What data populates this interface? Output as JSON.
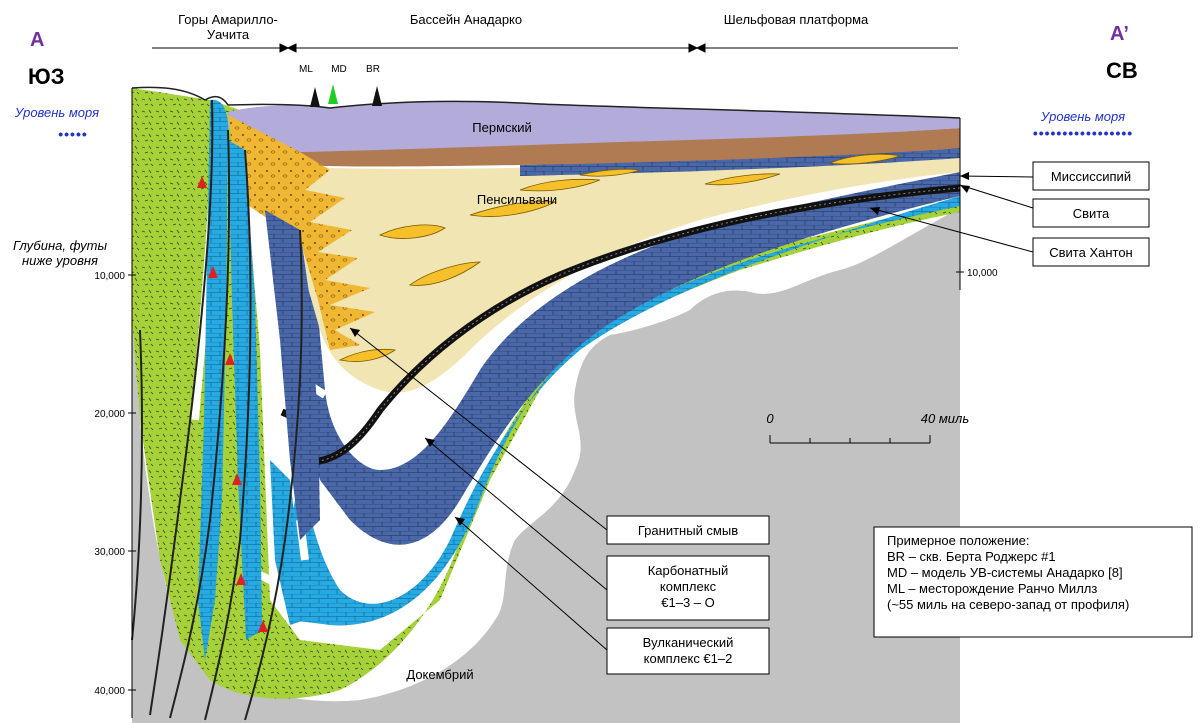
{
  "section": {
    "start_letter": "A",
    "end_letter": "A’",
    "start_dir": "ЮЗ",
    "end_dir": "СВ"
  },
  "sea_level": {
    "left_label": "Уровень моря",
    "left_dots": "•••••",
    "right_label": "Уровень моря",
    "right_dots": "•••••••••••••••••"
  },
  "regions": {
    "mountains_line1": "Горы Амарилло-",
    "mountains_line2": "Уачита",
    "basin": "Бассейн Анадарко",
    "shelf": "Шельфовая платформа"
  },
  "wells": [
    "ML",
    "MD",
    "BR"
  ],
  "depth_axis": {
    "title_line1": "Глубина, футы",
    "title_line2": "ниже уровня",
    "ticks": [
      "10,000",
      "20,000",
      "30,000",
      "40,000"
    ],
    "right_tick": "10,000"
  },
  "units": {
    "permian": "Пермский",
    "pennsylvanian": "Пенсильвани",
    "precambrian": "Докембрий"
  },
  "callouts": {
    "mississippian": "Миссиссипий",
    "svita": "Свита",
    "hunton": "Свита Хантон",
    "granite_wash": "Гранитный смыв",
    "carbonate_line1": "Карбонатный",
    "carbonate_line2": "комплекс",
    "carbonate_line3": "€1–3 – O",
    "volcanic_line1": "Вулканический",
    "volcanic_line2": "комплекс €1–2"
  },
  "scale": {
    "zero": "0",
    "end": "40 миль"
  },
  "legend": {
    "title": "Примерное положение:",
    "line1": "BR – скв. Берта Роджерс #1",
    "line2": "MD – модель УВ-системы Анадарко [8]",
    "line3": "ML – месторождение Ранчо Миллз",
    "line4": "(~55 миль на северо-запад от профиля)"
  },
  "colors": {
    "permian": "#b3abd9",
    "red_beds": "#b07a52",
    "pennsylvanian": "#f1e5b3",
    "lenses": "#f5c02a",
    "granite_wash": "#f0b733",
    "carbonate_dark": "#4a68a8",
    "carbonate_light": "#27a9e1",
    "volcanic": "#a6d138",
    "precambrian": "#c2c2c2",
    "hunton": "#111111",
    "sea_level_text": "#2233cc",
    "section_letter": "#7030a0",
    "well_md": "#22cc22"
  }
}
